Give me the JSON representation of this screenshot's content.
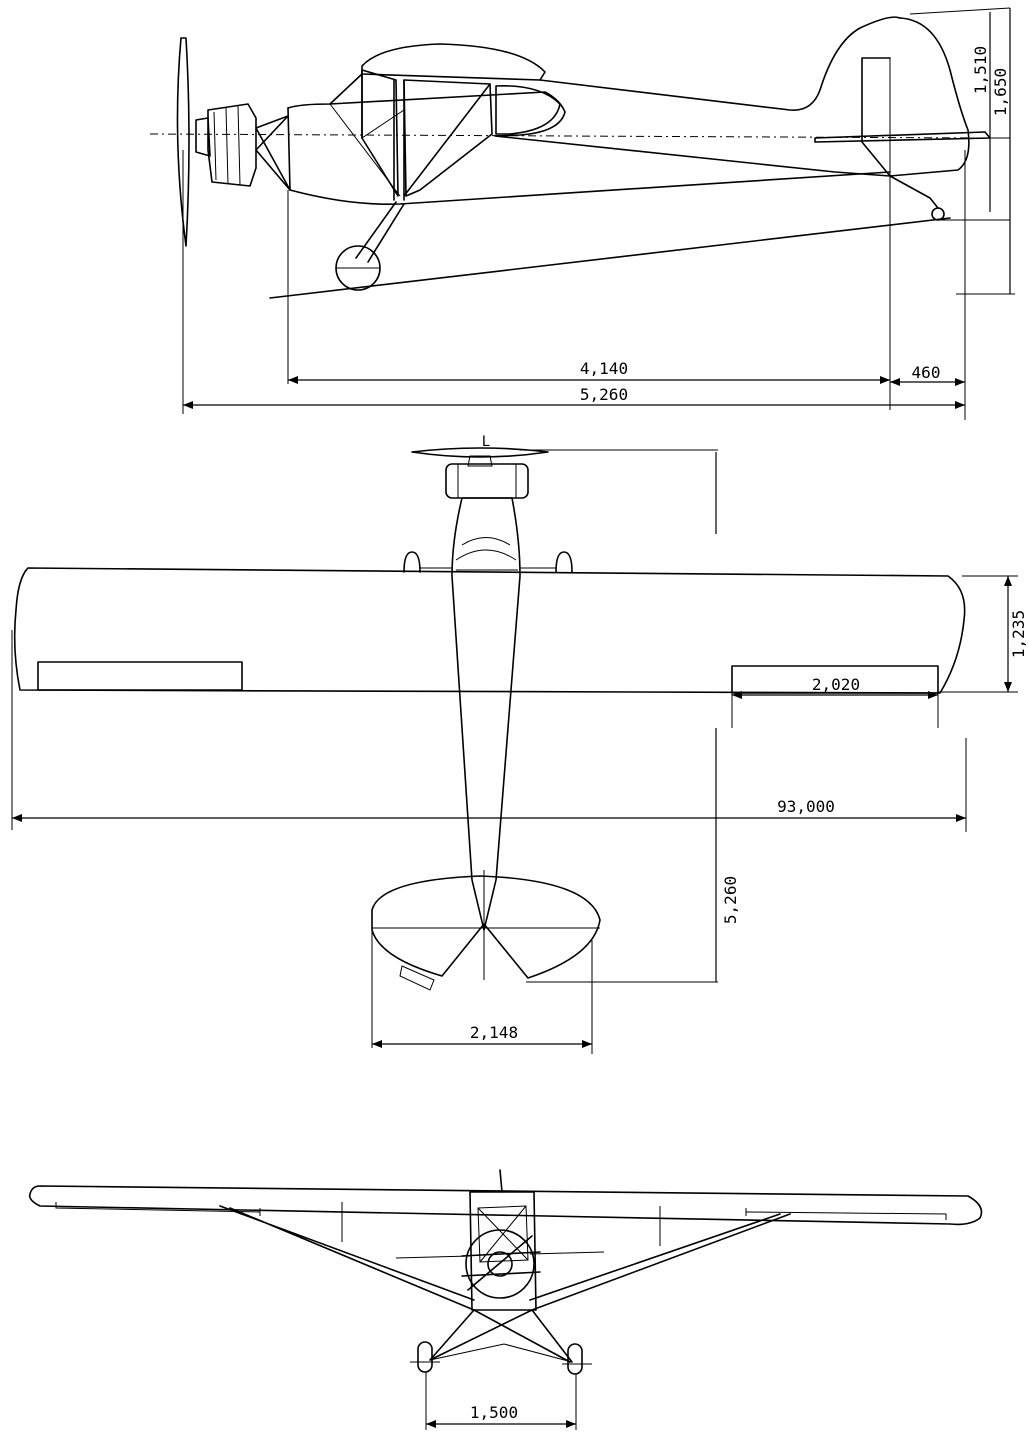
{
  "dimensions": {
    "side_view": {
      "tail_height": "1,510",
      "overall_height": "1,650",
      "wing_to_tail_length": "4,140",
      "tail_offset": "460",
      "overall_length": "5,260"
    },
    "top_view": {
      "wing_chord": "1,235",
      "aileron_span": "2,020",
      "wingspan": "93,000",
      "fuselage_length": "5,260",
      "tailplane_span": "2,148"
    },
    "front_view": {
      "wheel_track": "1,500"
    }
  },
  "labels": {
    "center_mark": "L"
  }
}
